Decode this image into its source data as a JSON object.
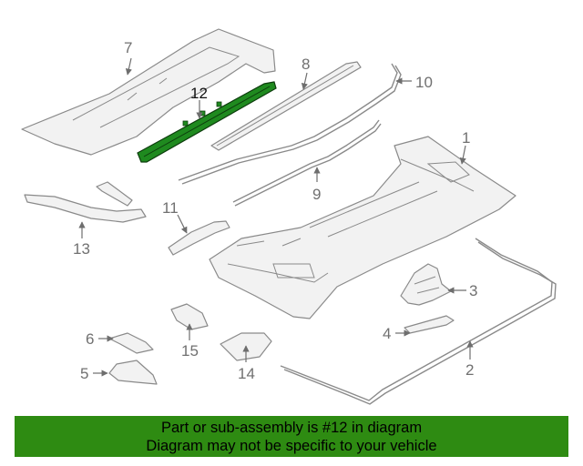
{
  "diagram": {
    "highlight_color": "#2e8b12",
    "callouts": [
      {
        "id": "c1",
        "label": "1"
      },
      {
        "id": "c2",
        "label": "2"
      },
      {
        "id": "c3",
        "label": "3"
      },
      {
        "id": "c4",
        "label": "4"
      },
      {
        "id": "c5",
        "label": "5"
      },
      {
        "id": "c6",
        "label": "6"
      },
      {
        "id": "c7",
        "label": "7"
      },
      {
        "id": "c8",
        "label": "8"
      },
      {
        "id": "c9",
        "label": "9"
      },
      {
        "id": "c10",
        "label": "10"
      },
      {
        "id": "c11",
        "label": "11"
      },
      {
        "id": "c12",
        "label": "12"
      },
      {
        "id": "c13",
        "label": "13"
      },
      {
        "id": "c14",
        "label": "14"
      },
      {
        "id": "c15",
        "label": "15"
      }
    ]
  },
  "banner": {
    "line1": "Part or sub-assembly is #12 in diagram",
    "line2": "Diagram may not be specific to your vehicle"
  }
}
